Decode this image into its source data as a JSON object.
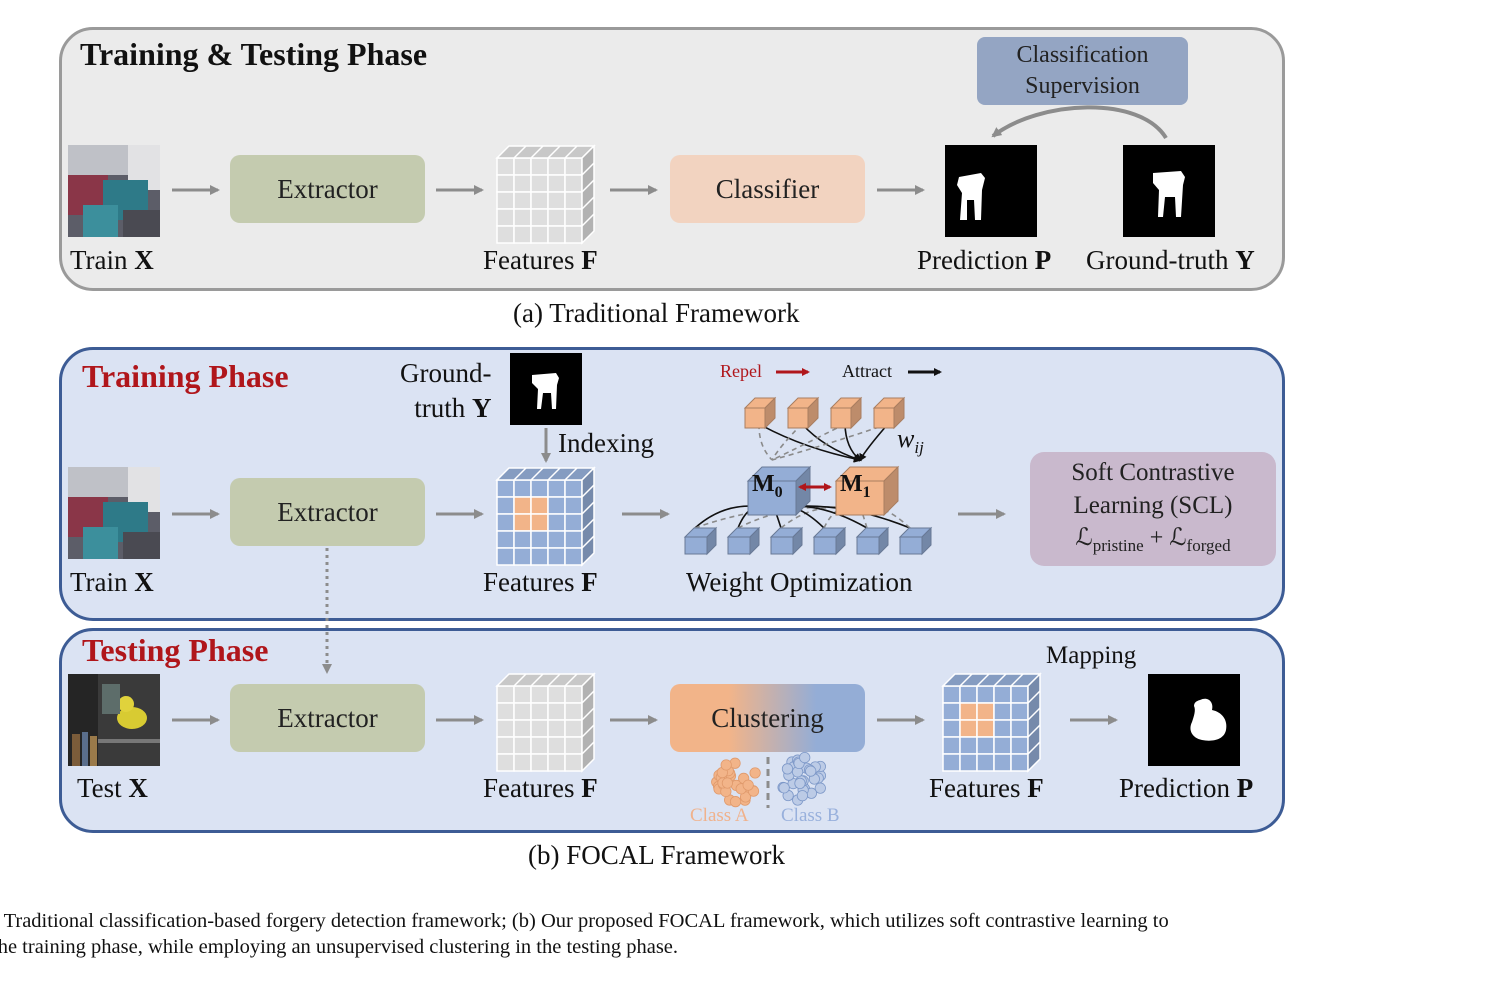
{
  "colors": {
    "extractor": "#c4cbaf",
    "classifier": "#f2d3c0",
    "scl": "#c9b9cd",
    "panel_a_bg": "#ebebeb",
    "panel_a_border": "#999999",
    "panel_b_bg": "#dbe3f3",
    "panel_b_border": "#3d5c95",
    "phase_red": "#b0161b",
    "orange_cube": "#f2b489",
    "blue_cube": "#94add6",
    "grid_gray": "#dedede",
    "repel": "#b0161b"
  },
  "panel_a": {
    "title": "Training & Testing Phase",
    "supervision_line1": "Classification",
    "supervision_line2": "Supervision",
    "input_label": "Train",
    "input_var": "X",
    "extractor": "Extractor",
    "features_label": "Features",
    "features_var": "F",
    "classifier": "Classifier",
    "prediction_label": "Prediction",
    "prediction_var": "P",
    "gt_label": "Ground-truth",
    "gt_var": "Y",
    "caption": "(a) Traditional Framework"
  },
  "panel_b_train": {
    "title": "Training Phase",
    "gt_line1": "Ground-",
    "gt_line2": "truth",
    "gt_var": "Y",
    "indexing": "Indexing",
    "repel": "Repel",
    "attract": "Attract",
    "weight_symbol": "w",
    "weight_sub": "ij",
    "m0": "M",
    "m0_sub": "0",
    "m1": "M",
    "m1_sub": "1",
    "input_label": "Train",
    "input_var": "X",
    "extractor": "Extractor",
    "features_label": "Features",
    "features_var": "F",
    "weight_opt": "Weight Optimization",
    "scl_line1": "Soft Contrastive",
    "scl_line2": "Learning (SCL)",
    "loss_l": "ℒ",
    "loss_pristine": "pristine",
    "loss_plus": "+",
    "loss_forged": "forged"
  },
  "panel_b_test": {
    "title": "Testing Phase",
    "input_label": "Test",
    "input_var": "X",
    "extractor": "Extractor",
    "features_label": "Features",
    "features_var": "F",
    "clustering": "Clustering",
    "class_a": "Class A",
    "class_b": "Class B",
    "features2_label": "Features",
    "features2_var": "F",
    "mapping": "Mapping",
    "prediction_label": "Prediction",
    "prediction_var": "P",
    "caption": "(b) FOCAL Framework"
  },
  "figure_caption": {
    "line1": ") Traditional classification-based forgery detection framework; (b) Our proposed FOCAL framework, which utilizes soft contrastive learning to",
    "line2": "the training phase, while employing an unsupervised clustering in the testing phase."
  }
}
